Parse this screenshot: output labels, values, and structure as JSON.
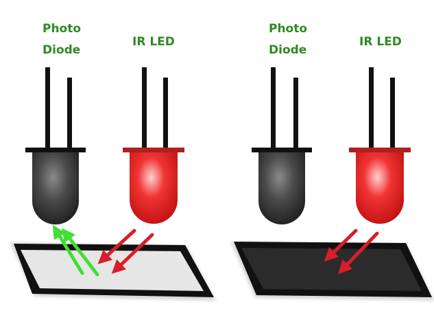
{
  "labels": {
    "left_photodiode": [
      "Photo",
      "Diode"
    ],
    "left_irled": "IR LED",
    "right_photodiode": [
      "Photo",
      "Diode"
    ],
    "right_irled": "IR LED"
  },
  "colors": {
    "label_green": "#2d8a22",
    "led_red": "#e52020",
    "photodiode_body": "#3a3a3a",
    "pins": "#111111",
    "white_surface": "#e6e6e6",
    "black_surface": "#2b2b2b",
    "reflected_arrow": "#44dd33",
    "ir_arrow": "#d81e2a"
  },
  "scenes": [
    {
      "name": "white-surface-reflection",
      "surface": "white",
      "reflects": true
    },
    {
      "name": "black-surface-absorption",
      "surface": "black",
      "reflects": false
    }
  ]
}
